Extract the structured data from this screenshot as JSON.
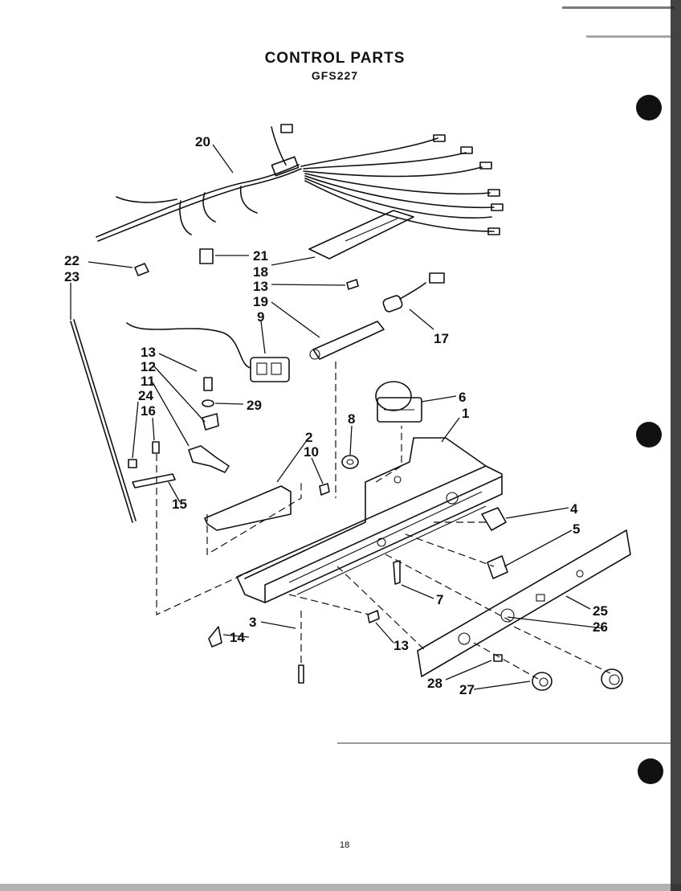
{
  "header": {
    "title": "CONTROL PARTS",
    "model": "GFS227"
  },
  "footer": {
    "page_number": "18"
  },
  "callouts": [
    {
      "id": "c20",
      "label": "20"
    },
    {
      "id": "c22",
      "label": "22"
    },
    {
      "id": "c23",
      "label": "23"
    },
    {
      "id": "c21",
      "label": "21"
    },
    {
      "id": "c18",
      "label": "18"
    },
    {
      "id": "c13a",
      "label": "13"
    },
    {
      "id": "c19",
      "label": "19"
    },
    {
      "id": "c9",
      "label": "9"
    },
    {
      "id": "c17",
      "label": "17"
    },
    {
      "id": "c13b",
      "label": "13"
    },
    {
      "id": "c12",
      "label": "12"
    },
    {
      "id": "c11",
      "label": "11"
    },
    {
      "id": "c24",
      "label": "24"
    },
    {
      "id": "c16",
      "label": "16"
    },
    {
      "id": "c29",
      "label": "29"
    },
    {
      "id": "c6",
      "label": "6"
    },
    {
      "id": "c1",
      "label": "1"
    },
    {
      "id": "c8",
      "label": "8"
    },
    {
      "id": "c2",
      "label": "2"
    },
    {
      "id": "c10",
      "label": "10"
    },
    {
      "id": "c15",
      "label": "15"
    },
    {
      "id": "c4",
      "label": "4"
    },
    {
      "id": "c5",
      "label": "5"
    },
    {
      "id": "c7",
      "label": "7"
    },
    {
      "id": "c25",
      "label": "25"
    },
    {
      "id": "c26",
      "label": "26"
    },
    {
      "id": "c3",
      "label": "3"
    },
    {
      "id": "c14",
      "label": "14"
    },
    {
      "id": "c13c",
      "label": "13"
    },
    {
      "id": "c28",
      "label": "28"
    },
    {
      "id": "c27",
      "label": "27"
    }
  ]
}
